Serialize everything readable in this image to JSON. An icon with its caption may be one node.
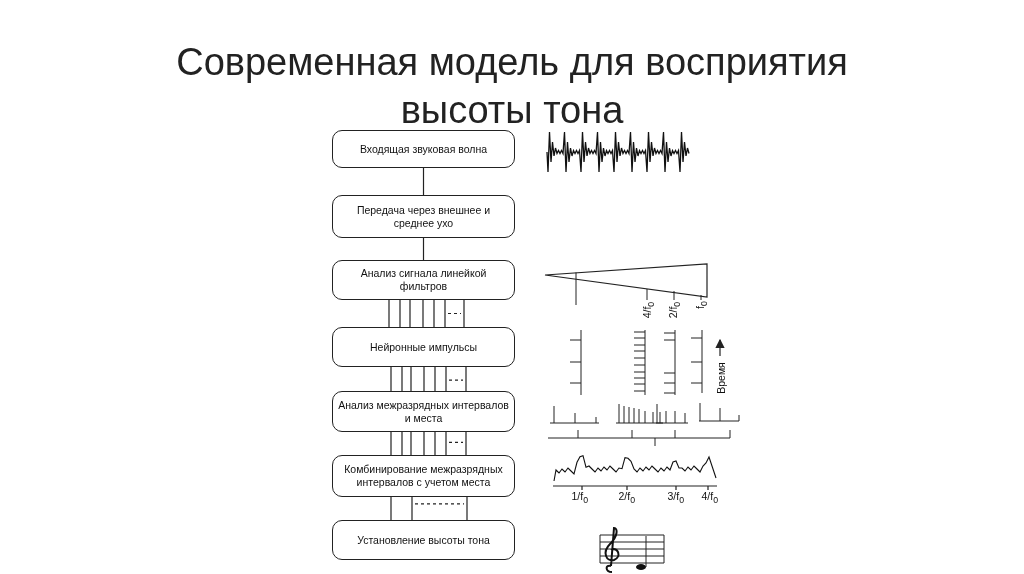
{
  "diagram": {
    "title": "Современная модель для восприятия высоты тона",
    "nodes": [
      {
        "text": [
          "Входящая звуковая волна"
        ]
      },
      {
        "text": [
          "Передача через внешнее и среднее ухо"
        ]
      },
      {
        "text": [
          "Анализ сигнала линейкой фильтров"
        ]
      },
      {
        "text": [
          "Нейронные импульсы"
        ]
      },
      {
        "text": [
          "Анализ межразрядных интервалов и места"
        ]
      },
      {
        "text": [
          "Комбинирование межразрядных интервалов с учетом места"
        ]
      },
      {
        "text": [
          "Установление высоты тона"
        ]
      }
    ],
    "edges": [
      {
        "from": 0,
        "to": 1,
        "arrow": "none"
      },
      {
        "from": 1,
        "to": 2,
        "arrow": "none"
      },
      {
        "from": 2,
        "to": 3,
        "arrow": "none"
      },
      {
        "from": 3,
        "to": 4,
        "arrow": "none"
      },
      {
        "from": 4,
        "to": 5,
        "arrow": "none"
      },
      {
        "from": 5,
        "to": 6,
        "arrow": "none"
      }
    ],
    "labels": [
      "4/f$_{0}$",
      "2/f$_{0}$",
      "f$_{0}$",
      "Время",
      "1/f$_{0}$",
      "2/f$_{0}$",
      "3/f$_{0}$",
      "4/f$_{0}$"
    ]
  }
}
